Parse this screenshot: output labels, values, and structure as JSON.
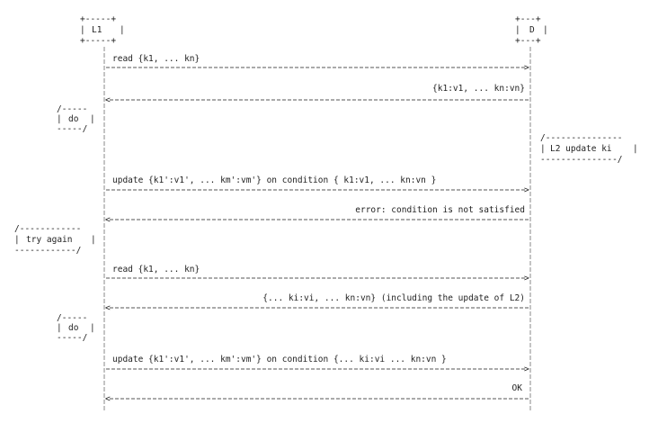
{
  "participants": {
    "left": "L1",
    "right": "D"
  },
  "messages": [
    {
      "label": "read {k1, ... kn}",
      "direction": "to-right"
    },
    {
      "label": "{k1:v1, ... kn:vn}",
      "direction": "to-left"
    },
    {
      "label": "update {k1':v1', ... km':vm'} on condition { k1:v1, ... kn:vn }",
      "direction": "to-right"
    },
    {
      "label": "error: condition is not satisfied",
      "direction": "to-left"
    },
    {
      "label": "read {k1, ... kn}",
      "direction": "to-right"
    },
    {
      "label": "{... ki:vi, ... kn:vn} (including the update of L2)",
      "direction": "to-left"
    },
    {
      "label": "update {k1':v1', ... km':vm'} on condition {... ki:vi ... kn:vn }",
      "direction": "to-right"
    },
    {
      "label": "OK",
      "direction": "to-left"
    }
  ],
  "notes": [
    {
      "text": "do"
    },
    {
      "text": "L2 update ki"
    },
    {
      "text": "try again"
    },
    {
      "text": "do"
    }
  ]
}
